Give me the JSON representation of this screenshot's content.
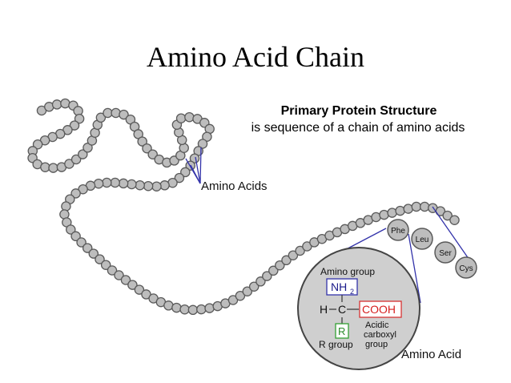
{
  "title": "Amino Acid Chain",
  "heading": {
    "bold": "Primary Protein Structure",
    "sub": "is sequence of a chain of amino acids"
  },
  "labels": {
    "amino_acids": "Amino Acids",
    "amino_group": "Amino group",
    "nh2": "NH",
    "nh2_sub": "2",
    "h": "H",
    "c": "C",
    "cooh": "COOH",
    "r": "R",
    "acidic_carboxyl_group": [
      "Acidic",
      "carboxyl",
      "group"
    ],
    "r_group": "R group",
    "amino_acid": "Amino Acid"
  },
  "named_residues": [
    "Phe",
    "Leu",
    "Ser",
    "Cys"
  ],
  "colors": {
    "bead_fill": "#bdbdbd",
    "bead_stroke": "#5a5a5a",
    "pointer_line": "#3333aa",
    "nh2_box": "#3333aa",
    "cooh_box": "#d63333",
    "r_box": "#33a033",
    "circle_fill": "#cfcfcf"
  }
}
